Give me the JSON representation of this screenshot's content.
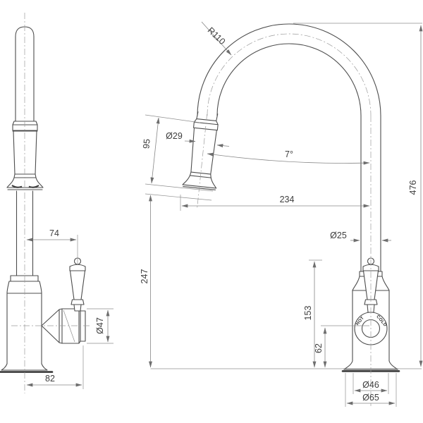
{
  "drawing": {
    "title": "pull-out sink mixer technical drawing",
    "dimensions": {
      "arc_radius": "R110",
      "spray_head_diameter": "Ø29",
      "spray_head_length": "95",
      "spout_angle": "7°",
      "spout_reach": "234",
      "overall_height": "476",
      "spout_tube_diameter": "Ø25",
      "handle_offset": "74",
      "outlet_clearance": "247",
      "lever_top_height": "153",
      "dial_centre_height": "62",
      "valve_body_diameter": "Ø47",
      "body_depth": "82",
      "body_diameter": "Ø46",
      "base_diameter": "Ø65"
    },
    "dial": {
      "hot": "HOT",
      "cold": "COLD"
    },
    "colors": {
      "object_line": "#4d4d4d",
      "dimension_line": "#868686",
      "text": "#3e3e3e",
      "background": "#ffffff"
    }
  }
}
